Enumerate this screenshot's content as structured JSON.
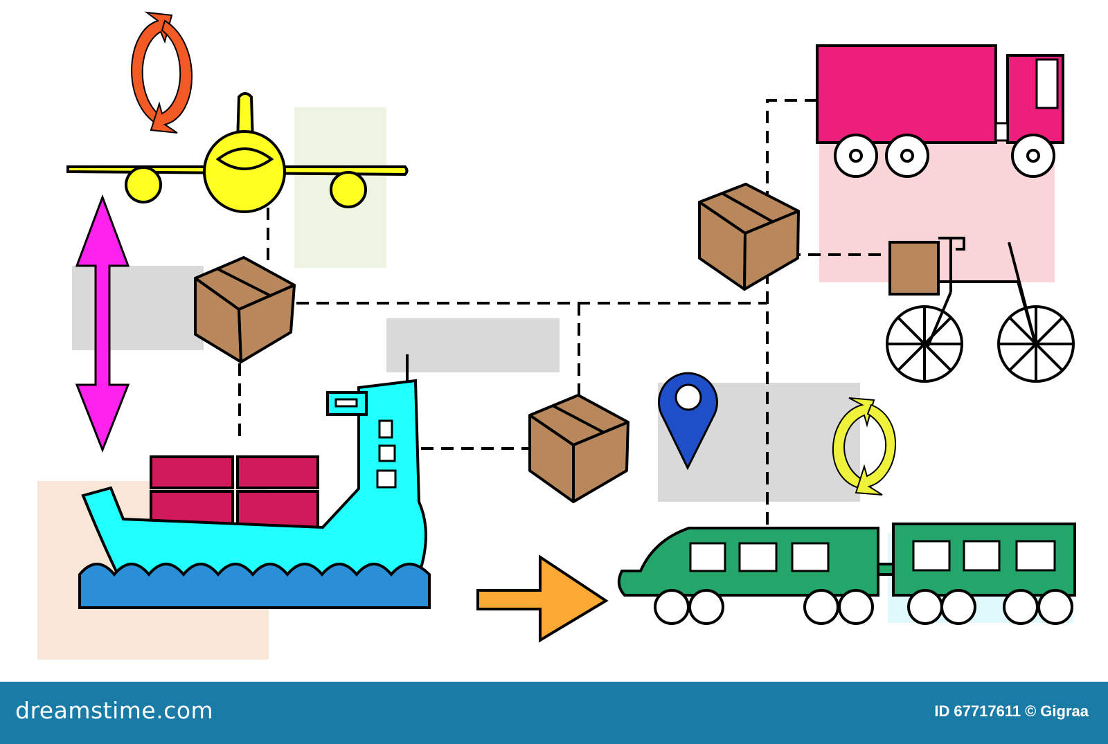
{
  "footer": {
    "brand": "dreamstime.com",
    "id_label": "ID",
    "id_number": "67717611",
    "copyright_symbol": "©",
    "author": "Gigraa"
  },
  "icons": [
    "refresh-arrows-icon",
    "airplane-icon",
    "double-arrow-icon",
    "box-icon",
    "ship-icon",
    "location-pin-icon",
    "truck-icon",
    "cargo-bicycle-icon",
    "train-icon",
    "right-arrow-icon"
  ],
  "colors": {
    "airplane": "#ffff22",
    "ship": "#22ffff",
    "containers": "#d11a5a",
    "truck": "#ee1f7c",
    "train": "#24a66a",
    "box": "#b8875c",
    "pin": "#1f4fc8",
    "double_arrow": "#ff22ee",
    "arrow_orange": "#fba934",
    "refresh_top": "#f15a24",
    "refresh_right": "#eef23a",
    "footer_bg": "#1a7ba6"
  }
}
